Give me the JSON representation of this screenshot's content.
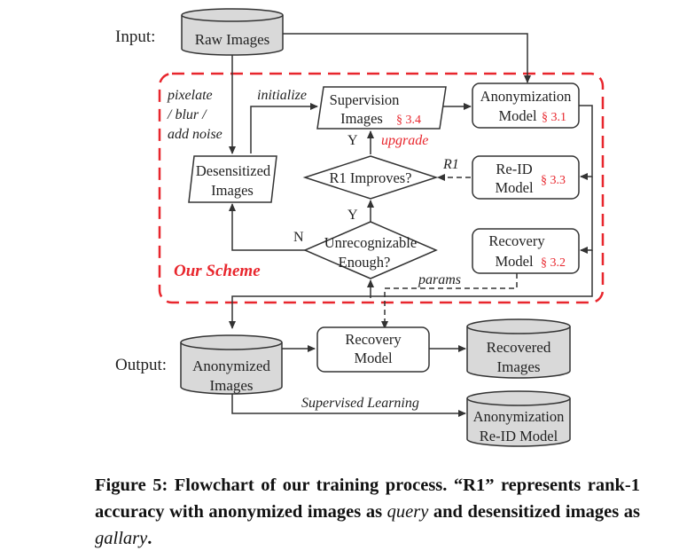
{
  "labels": {
    "input": "Input:",
    "output": "Output:",
    "raw_images": "Raw Images",
    "transform_1": "pixelate",
    "transform_2": "/ blur /",
    "transform_3": "add noise",
    "initialize": "initialize",
    "supervision_1": "Supervision",
    "supervision_2": "Images",
    "supervision_ref": "§ 3.4",
    "anonymization_1": "Anonymization",
    "anonymization_2": "Model",
    "anonymization_ref": "§ 3.1",
    "desensitized_1": "Desensitized",
    "desensitized_2": "Images",
    "y_top": "Y",
    "upgrade": "upgrade",
    "r1_improves": "R1 Improves?",
    "r1_tag": "R1",
    "reid_1": "Re-ID",
    "reid_2": "Model",
    "reid_ref": "§ 3.3",
    "y_mid": "Y",
    "n_label": "N",
    "unrec_1": "Unrecognizable",
    "unrec_2": "Enough?",
    "recovery_1": "Recovery",
    "recovery_2": "Model",
    "recovery_ref": "§ 3.2",
    "our_scheme": "Our Scheme",
    "params": "params",
    "out_recovery_1": "Recovery",
    "out_recovery_2": "Model",
    "anon_images_1": "Anonymized",
    "anon_images_2": "Images",
    "recovered_1": "Recovered",
    "recovered_2": "Images",
    "supervised_learning": "Supervised Learning",
    "anon_reid_1": "Anonymization",
    "anon_reid_2": "Re-ID Model"
  },
  "caption": {
    "figure": "Figure 5: Flowchart of our training process. “R1” represents rank-1 accuracy with anonymized images as",
    "query": "query",
    "mid": "and desensitized images as",
    "gallary": "gallary",
    "end": "."
  },
  "colors": {
    "scheme": "#e8262d",
    "reference": "#e8262d",
    "cylinder_fill": "#d9d9d9",
    "stroke": "#333333"
  }
}
